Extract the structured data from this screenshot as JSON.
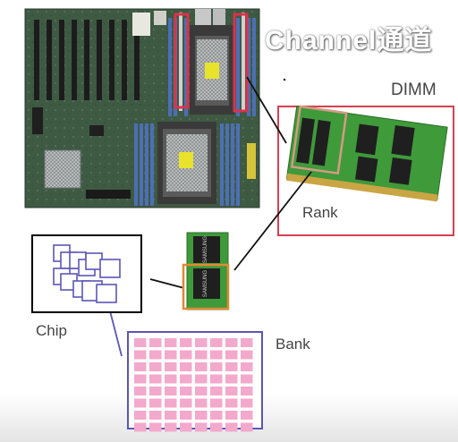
{
  "title": "Channel通道",
  "labels": {
    "dimm": "DIMM",
    "rank": "Rank",
    "chip": "Chip",
    "bank": "Bank"
  },
  "colors": {
    "pcb": "#3e5a43",
    "dimm_slot": "#4c6fb5",
    "dimm_pcb": "#3f9a3a",
    "dram_chip": "#1f1f1f",
    "gold_contacts": "#c9a544",
    "channel_highlight": "#d9334a",
    "dimm_frame": "#d84050",
    "rank_frame": "#d59a84",
    "rank_chip_frame": "#e08a30",
    "chip_frame": "#000000",
    "bank_outline": "#5a56b8",
    "bank_cell": "#f3a9cb",
    "cpu_label": "#e8e32a"
  },
  "chip_text": "SAMSUNG",
  "bank_grid": {
    "rows": 8,
    "columns": 8
  }
}
